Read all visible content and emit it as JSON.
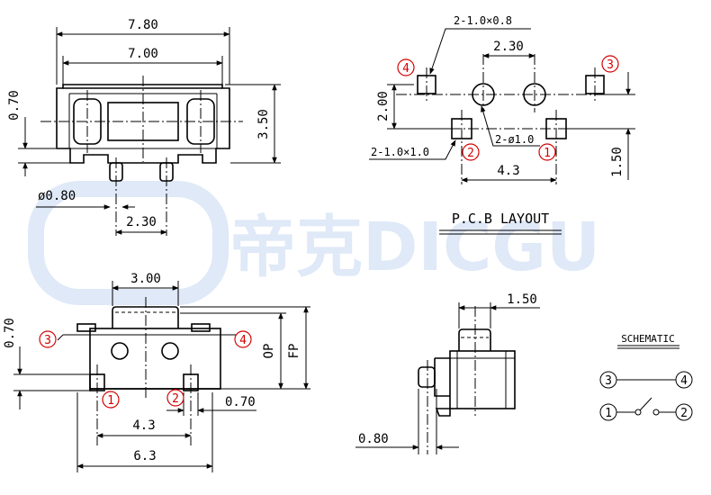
{
  "watermark": {
    "text": "帝克DICGU"
  },
  "top_view": {
    "dim_overall_width": "7.80",
    "dim_inner_width": "7.00",
    "dim_height": "3.50",
    "dim_flange": "0.70",
    "dim_post_dia": "ø0.80",
    "dim_post_pitch": "2.30"
  },
  "pcb_layout": {
    "title": "P.C.B  LAYOUT",
    "dim_square_top": "2-1.0×0.8",
    "dim_hole_pitch": "2.30",
    "dim_vertical": "2.00",
    "dim_square_bottom": "2-1.0×1.0",
    "dim_hole_dia": "2-ø1.0",
    "dim_pad_pitch": "4.3",
    "dim_right_vertical": "1.50",
    "pins": [
      "1",
      "2",
      "3",
      "4"
    ]
  },
  "front_view": {
    "dim_actuator": "3.00",
    "dim_flange": "0.70",
    "label_op": "OP",
    "label_fp": "FP",
    "dim_pad_pitch": "4.3",
    "dim_terminal": "0.70",
    "dim_overall": "6.3",
    "pins": [
      "1",
      "2",
      "3",
      "4"
    ]
  },
  "side_view": {
    "dim_actuator": "1.50",
    "dim_post": "0.80"
  },
  "schematic": {
    "title": "SCHEMATIC",
    "pins": [
      "1",
      "2",
      "3",
      "4"
    ]
  },
  "colors": {
    "pin_marker": "#d40000",
    "watermark": "#dfe9f7",
    "line": "#000000"
  }
}
